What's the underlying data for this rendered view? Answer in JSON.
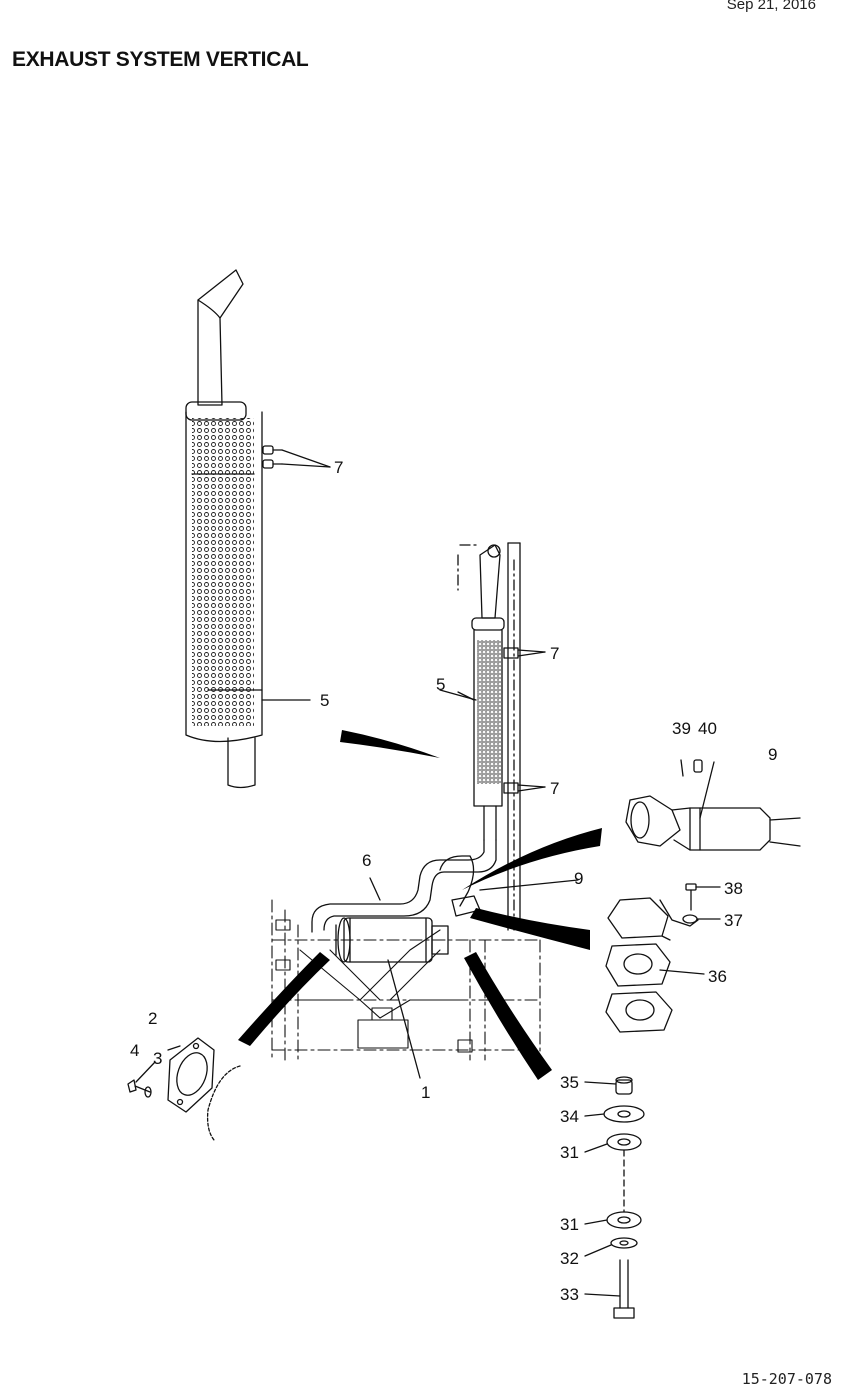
{
  "header": {
    "date": "Sep 21, 2016",
    "title": "EXHAUST SYSTEM  VERTICAL"
  },
  "footer": {
    "drawing_number": "15-207-078"
  },
  "callouts": [
    {
      "id": "c7a",
      "text": "7"
    },
    {
      "id": "c5a",
      "text": "5"
    },
    {
      "id": "c7b",
      "text": "7"
    },
    {
      "id": "c5b",
      "text": "5"
    },
    {
      "id": "c7c",
      "text": "7"
    },
    {
      "id": "c39",
      "text": "39"
    },
    {
      "id": "c40",
      "text": "40"
    },
    {
      "id": "c9a",
      "text": "9"
    },
    {
      "id": "c6",
      "text": "6"
    },
    {
      "id": "c9b",
      "text": "9"
    },
    {
      "id": "c38",
      "text": "38"
    },
    {
      "id": "c37",
      "text": "37"
    },
    {
      "id": "c36",
      "text": "36"
    },
    {
      "id": "c2",
      "text": "2"
    },
    {
      "id": "c4",
      "text": "4"
    },
    {
      "id": "c3",
      "text": "3"
    },
    {
      "id": "c1",
      "text": "1"
    },
    {
      "id": "c35",
      "text": "35"
    },
    {
      "id": "c34",
      "text": "34"
    },
    {
      "id": "c31a",
      "text": "31"
    },
    {
      "id": "c31b",
      "text": "31"
    },
    {
      "id": "c32",
      "text": "32"
    },
    {
      "id": "c33",
      "text": "33"
    }
  ]
}
